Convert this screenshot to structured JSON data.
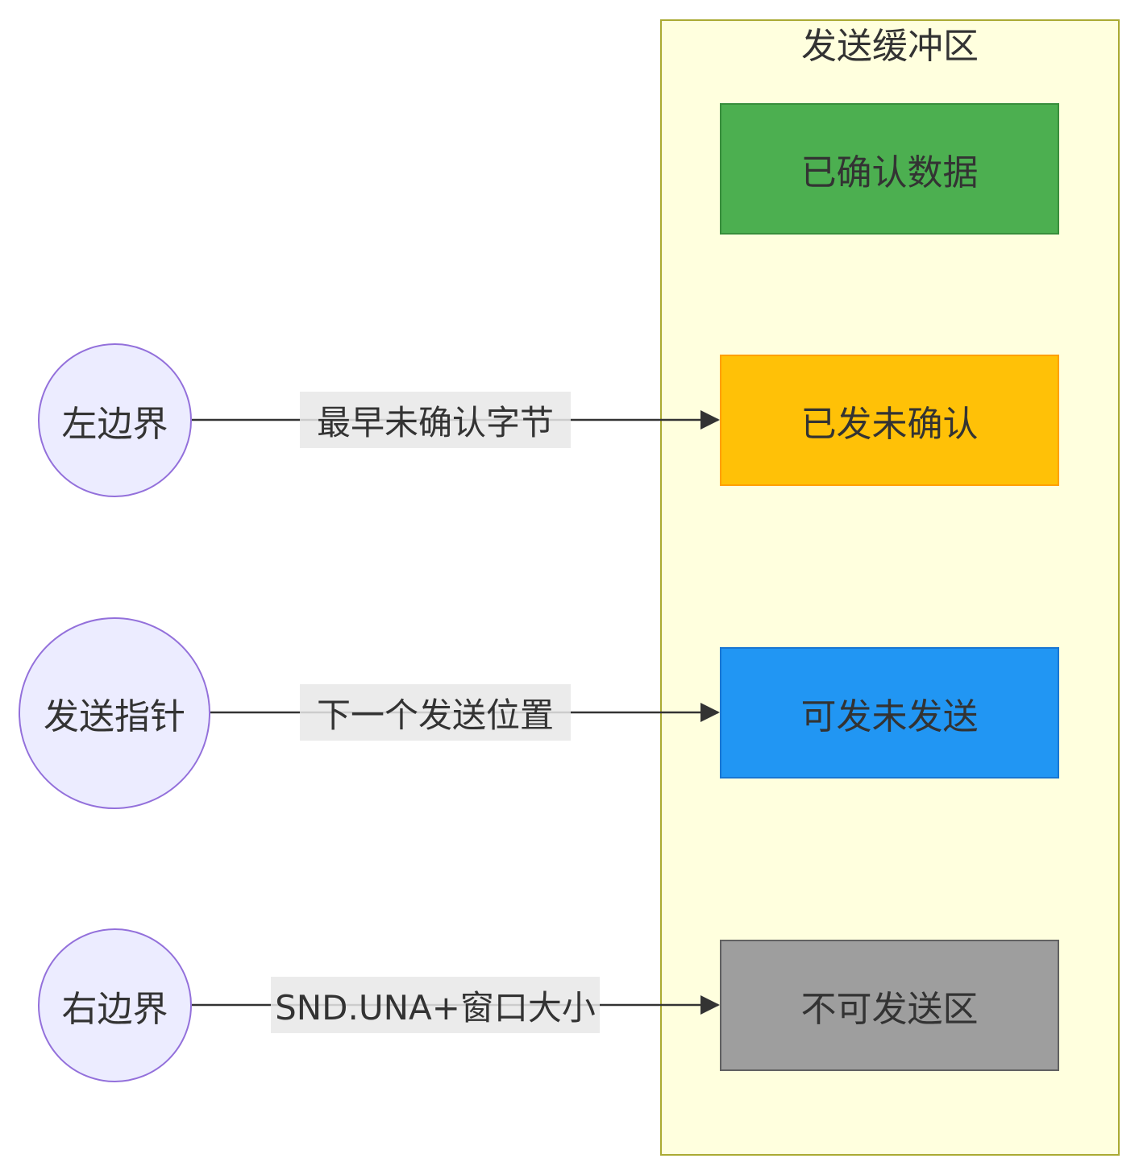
{
  "cluster": {
    "title": "发送缓冲区"
  },
  "buffer_segments": [
    {
      "label": "已确认数据",
      "fill": "#4caf50",
      "stroke": "#388e3c"
    },
    {
      "label": "已发未确认",
      "fill": "#ffc107",
      "stroke": "#ffa000"
    },
    {
      "label": "可发未发送",
      "fill": "#2196f3",
      "stroke": "#1976d2"
    },
    {
      "label": "不可发送区",
      "fill": "#9e9e9e",
      "stroke": "#616161"
    }
  ],
  "pointers": [
    {
      "label": "左边界",
      "edge_label": "最早未确认字节",
      "target": "已发未确认"
    },
    {
      "label": "发送指针",
      "edge_label": "下一个发送位置",
      "target": "可发未发送"
    },
    {
      "label": "右边界",
      "edge_label": "SND.UNA+窗口大小",
      "target": "不可发送区"
    }
  ],
  "colors": {
    "cluster_fill": "#ffffde",
    "cluster_stroke": "#aaaa33",
    "node_fill": "#ececff",
    "node_stroke": "#9370db",
    "edge": "#333333"
  }
}
